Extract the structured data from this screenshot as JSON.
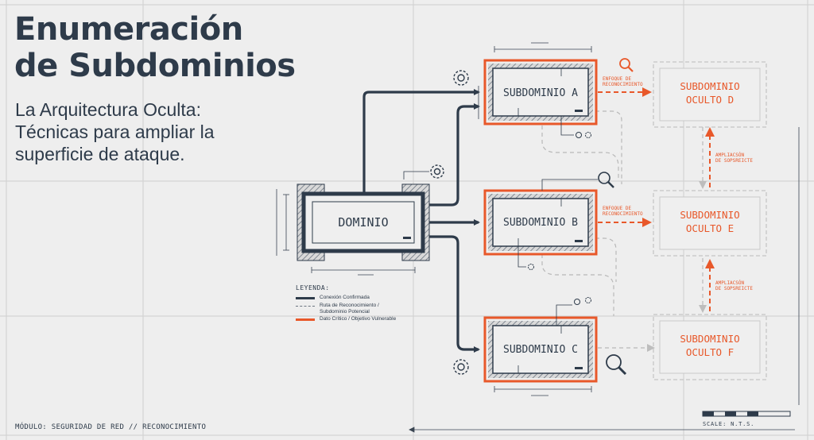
{
  "header": {
    "title_line1": "Enumeración",
    "title_line2": "de Subdominios",
    "subtitle_line1": "La Arquitectura Oculta:",
    "subtitle_line2": "Técnicas para ampliar la",
    "subtitle_line3": "superficie de ataque."
  },
  "nodes": {
    "root": "DOMINIO",
    "sub_a": "SUBDOMINIO A",
    "sub_b": "SUBDOMINIO B",
    "sub_c": "SUBDOMINIO C",
    "hidden_d_line1": "SUBDOMINIO",
    "hidden_d_line2": "OCULTO D",
    "hidden_e_line1": "SUBDOMINIO",
    "hidden_e_line2": "OCULTO E",
    "hidden_f_line1": "SUBDOMINIO",
    "hidden_f_line2": "OCULTO F"
  },
  "annotations": {
    "focus_a_line1": "ENFOQUE DE",
    "focus_a_line2": "RECONOCIMIENTO",
    "focus_b_line1": "ENFOQUE DE",
    "focus_b_line2": "RECONOCIMIENTO",
    "expand_de_line1": "AMPLIACSÓN",
    "expand_de_line2": "DE SOPSREICTE",
    "expand_ef_line1": "AMPLIACSÓN",
    "expand_ef_line2": "DE SOPSREICTE"
  },
  "legend": {
    "title": "LEYENDA:",
    "confirmed": "Conexión Confirmada",
    "recon_line1": "Ruta de Reconocimiento /",
    "recon_line2": "Subdominio Potencial",
    "critical": "Dato Crítico / Objetivo Vulnerable"
  },
  "footer": {
    "module": "MÓDULO: SEGURIDAD DE RED // RECONOCIMIENTO",
    "scale": "SCALE: N.T.S."
  },
  "colors": {
    "background": "#eeeeee",
    "navy": "#2e3b4a",
    "accent_orange": "#e8582a",
    "muted_gray": "#b8b8b8"
  },
  "icons": [
    "gear-icon",
    "magnifier-icon",
    "link-icon"
  ]
}
